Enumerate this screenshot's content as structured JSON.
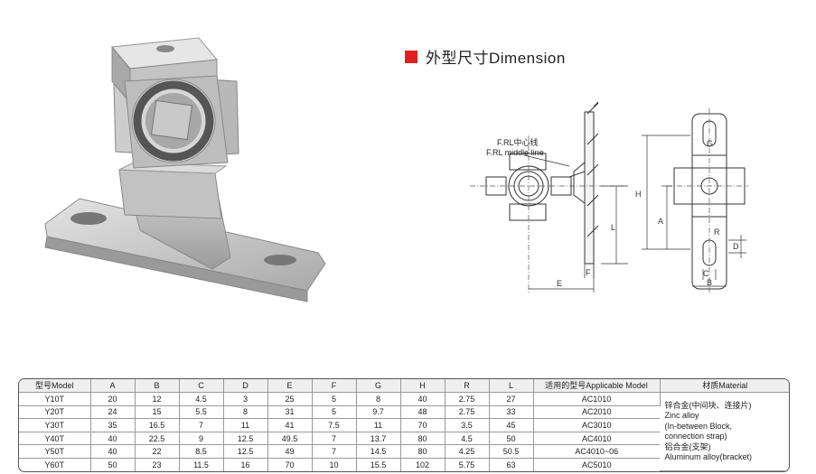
{
  "heading": {
    "text": "外型尺寸Dimension",
    "accent": "#e02020"
  },
  "drawing": {
    "centerline_cn": "F.RL中心线",
    "centerline_en": "F.RL middle line",
    "dim_labels": [
      "H",
      "L",
      "F",
      "E",
      "G",
      "A",
      "R",
      "D",
      "C",
      "B"
    ]
  },
  "chart_data": {
    "type": "table",
    "columns": [
      "型号Model",
      "A",
      "B",
      "C",
      "D",
      "E",
      "F",
      "G",
      "H",
      "R",
      "L",
      "适用的型号Applicable Model",
      "材质Material"
    ],
    "rows": [
      [
        "Y10T",
        "20",
        "12",
        "4.5",
        "3",
        "25",
        "5",
        "8",
        "40",
        "2.75",
        "27",
        "AC1010"
      ],
      [
        "Y20T",
        "24",
        "15",
        "5.5",
        "8",
        "31",
        "5",
        "9.7",
        "48",
        "2.75",
        "33",
        "AC2010"
      ],
      [
        "Y30T",
        "35",
        "16.5",
        "7",
        "11",
        "41",
        "7.5",
        "11",
        "70",
        "3.5",
        "45",
        "AC3010"
      ],
      [
        "Y40T",
        "40",
        "22.5",
        "9",
        "12.5",
        "49.5",
        "7",
        "13.7",
        "80",
        "4.5",
        "50",
        "AC4010"
      ],
      [
        "Y50T",
        "40",
        "22",
        "8.5",
        "12.5",
        "49",
        "7",
        "14.5",
        "80",
        "4.25",
        "50.5",
        "AC4010~06"
      ],
      [
        "Y60T",
        "50",
        "23",
        "11.5",
        "16",
        "70",
        "10",
        "15.5",
        "102",
        "5.75",
        "63",
        "AC5010"
      ]
    ],
    "material_lines": [
      "锌合金(中间块、连接片)",
      "Zinc alloy",
      "(In-between Block,",
      "connection strap)",
      "铝合金(支架)",
      "Aluminum alloy(bracket)"
    ]
  }
}
